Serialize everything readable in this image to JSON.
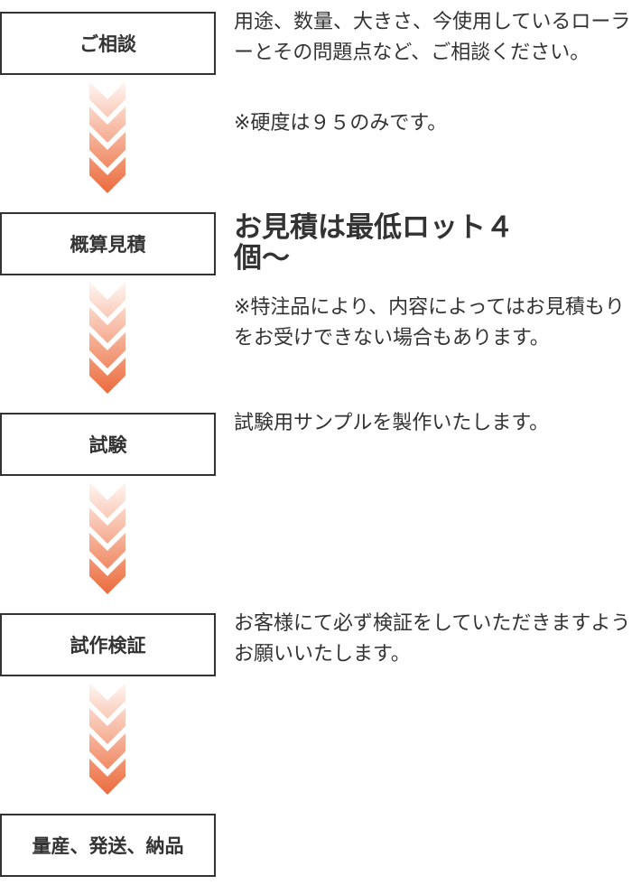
{
  "steps": [
    {
      "label": "ご相談",
      "texts": [
        "用途、数量、大きさ、今使用しているローラーとその問題点など、ご相談ください。",
        "※硬度は９５のみです。"
      ]
    },
    {
      "label": "概算見積",
      "headline": "お見積は最低ロット４個〜",
      "texts": [
        "※特注品により、内容によってはお見積もりをお受けできない場合もあります。"
      ]
    },
    {
      "label": "試験",
      "texts": [
        "試験用サンプルを製作いたします。"
      ]
    },
    {
      "label": "試作検証",
      "texts": [
        "お客様にて必ず検証をしていただきますようお願いいたします。"
      ]
    },
    {
      "label": "量産、発送、納品"
    }
  ],
  "colors": {
    "arrow_top": "#fff6f2",
    "arrow_bottom": "#ec6b3c",
    "border": "#333333"
  }
}
